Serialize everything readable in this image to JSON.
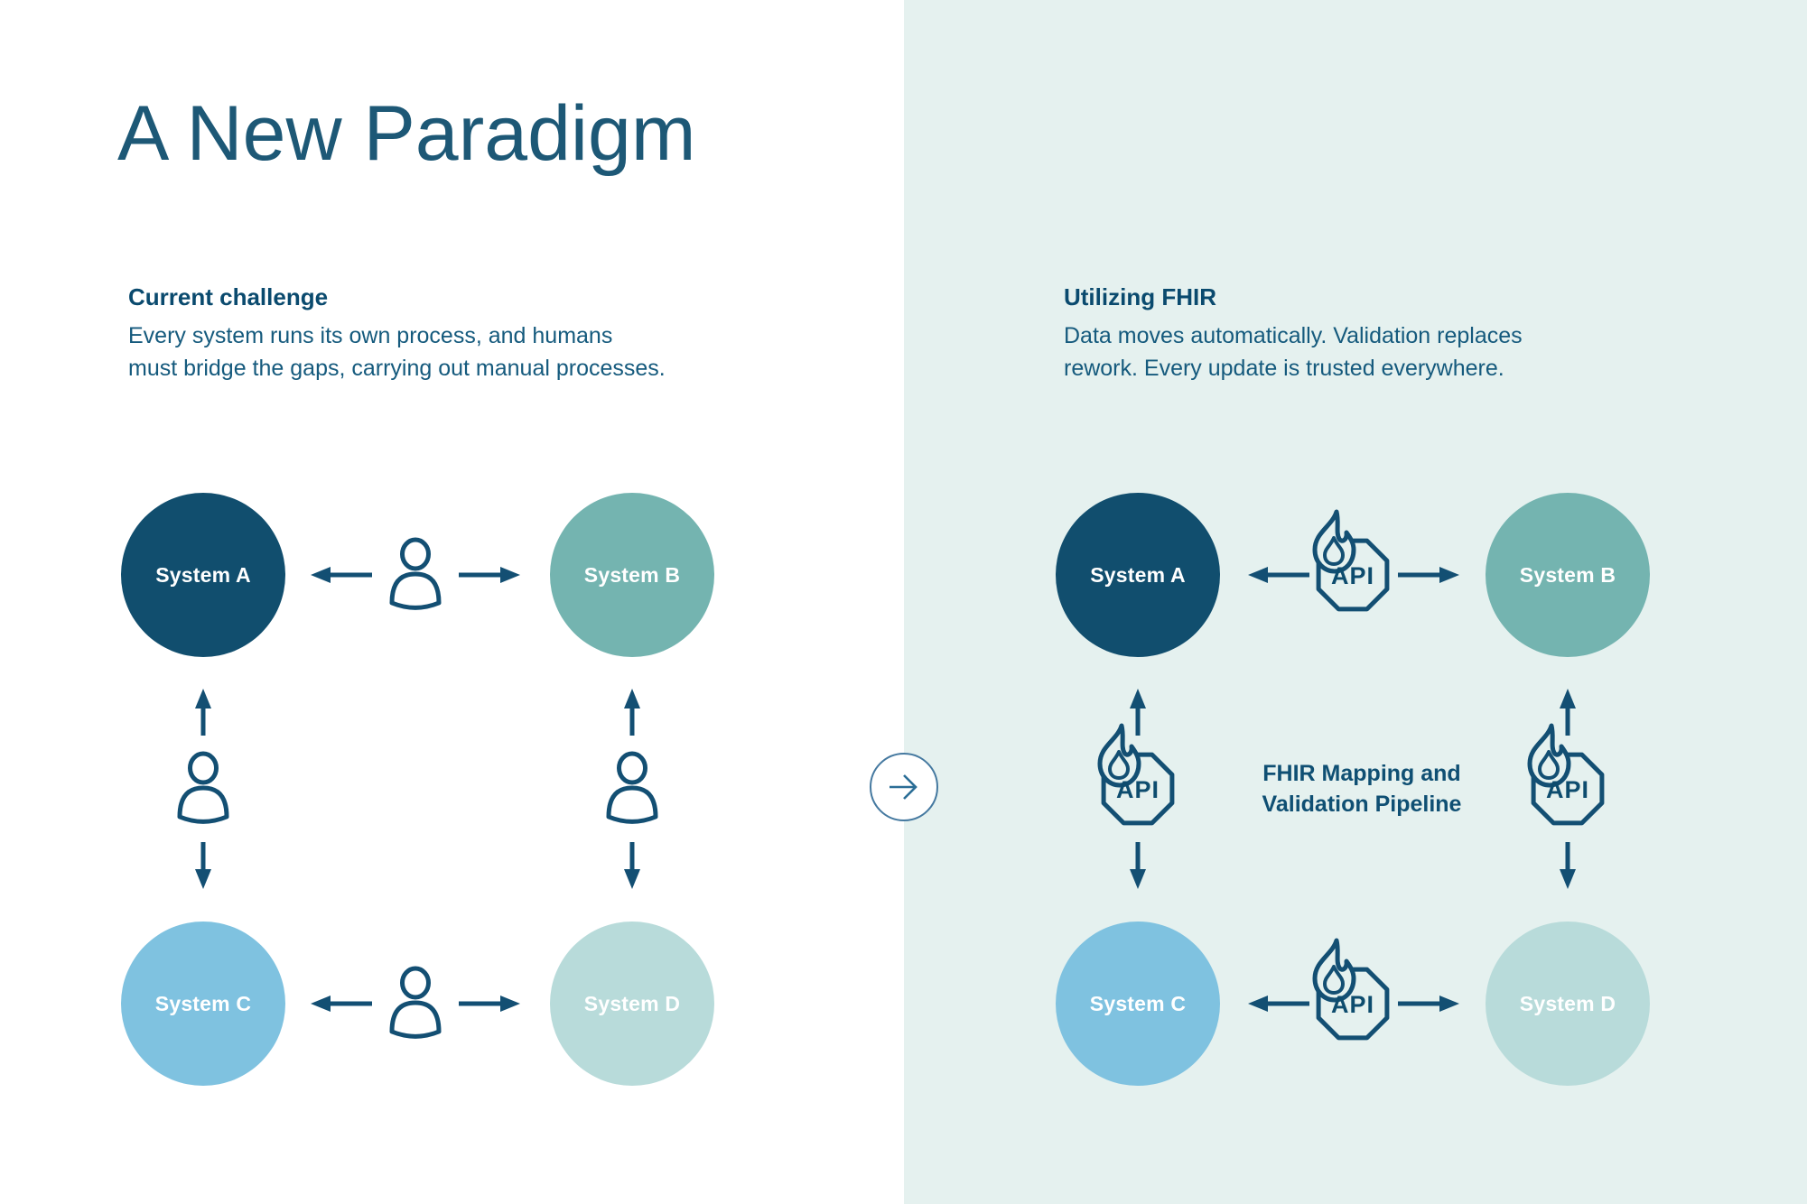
{
  "title": "A New Paradigm",
  "left_panel": {
    "heading": "Current challenge",
    "body_lines": [
      "Every system runs its own process, and humans",
      "must bridge the gaps, carrying out manual processes."
    ],
    "systems": [
      {
        "label": "System A",
        "color": "#114e6e"
      },
      {
        "label": "System B",
        "color": "#74b4b0"
      },
      {
        "label": "System C",
        "color": "#7fc2e0"
      },
      {
        "label": "System D",
        "color": "#b8dbda"
      }
    ]
  },
  "right_panel": {
    "heading": "Utilizing FHIR",
    "body_lines": [
      "Data moves automatically. Validation replaces",
      "rework. Every update is trusted everywhere."
    ],
    "pipeline_lines": [
      "FHIR Mapping and",
      "Validation Pipeline"
    ],
    "api_label": "API",
    "background": "#e5f1ef",
    "systems": [
      {
        "label": "System A",
        "color": "#114e6e"
      },
      {
        "label": "System B",
        "color": "#74b4b0"
      },
      {
        "label": "System C",
        "color": "#7fc2e0"
      },
      {
        "label": "System D",
        "color": "#b8dbda"
      }
    ]
  },
  "colors": {
    "accent_dark": "#0e4d6f",
    "icon_stroke": "#134f73",
    "title_color": "#1d5876",
    "panel_bg": "#e5f1ef"
  }
}
